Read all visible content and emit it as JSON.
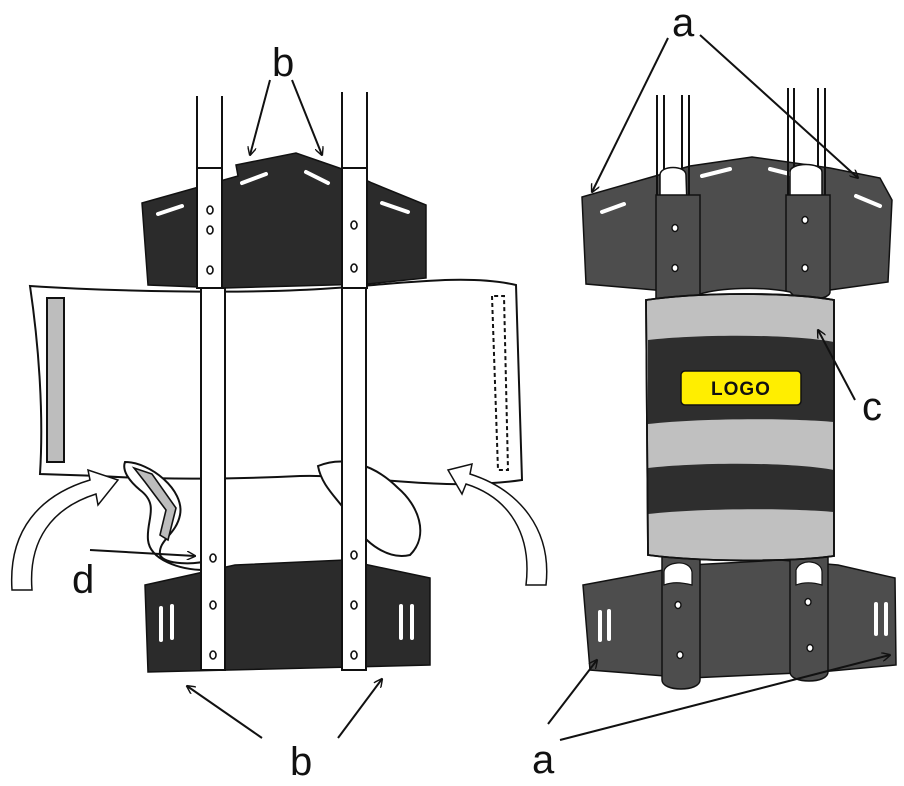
{
  "labels": {
    "b_top": "b",
    "b_bottom": "b",
    "d": "d",
    "a_top": "a",
    "a_bottom": "a",
    "c": "c"
  },
  "logo": {
    "text": "LOGO"
  },
  "colors": {
    "dark_panel": "#2b2b2b",
    "gray_panel": "#4d4d4d",
    "band_light": "#c0c0c0",
    "band_dark": "#2e2e2e",
    "logo_bg": "#ffee00",
    "bar_gray": "#bdbdbd"
  }
}
